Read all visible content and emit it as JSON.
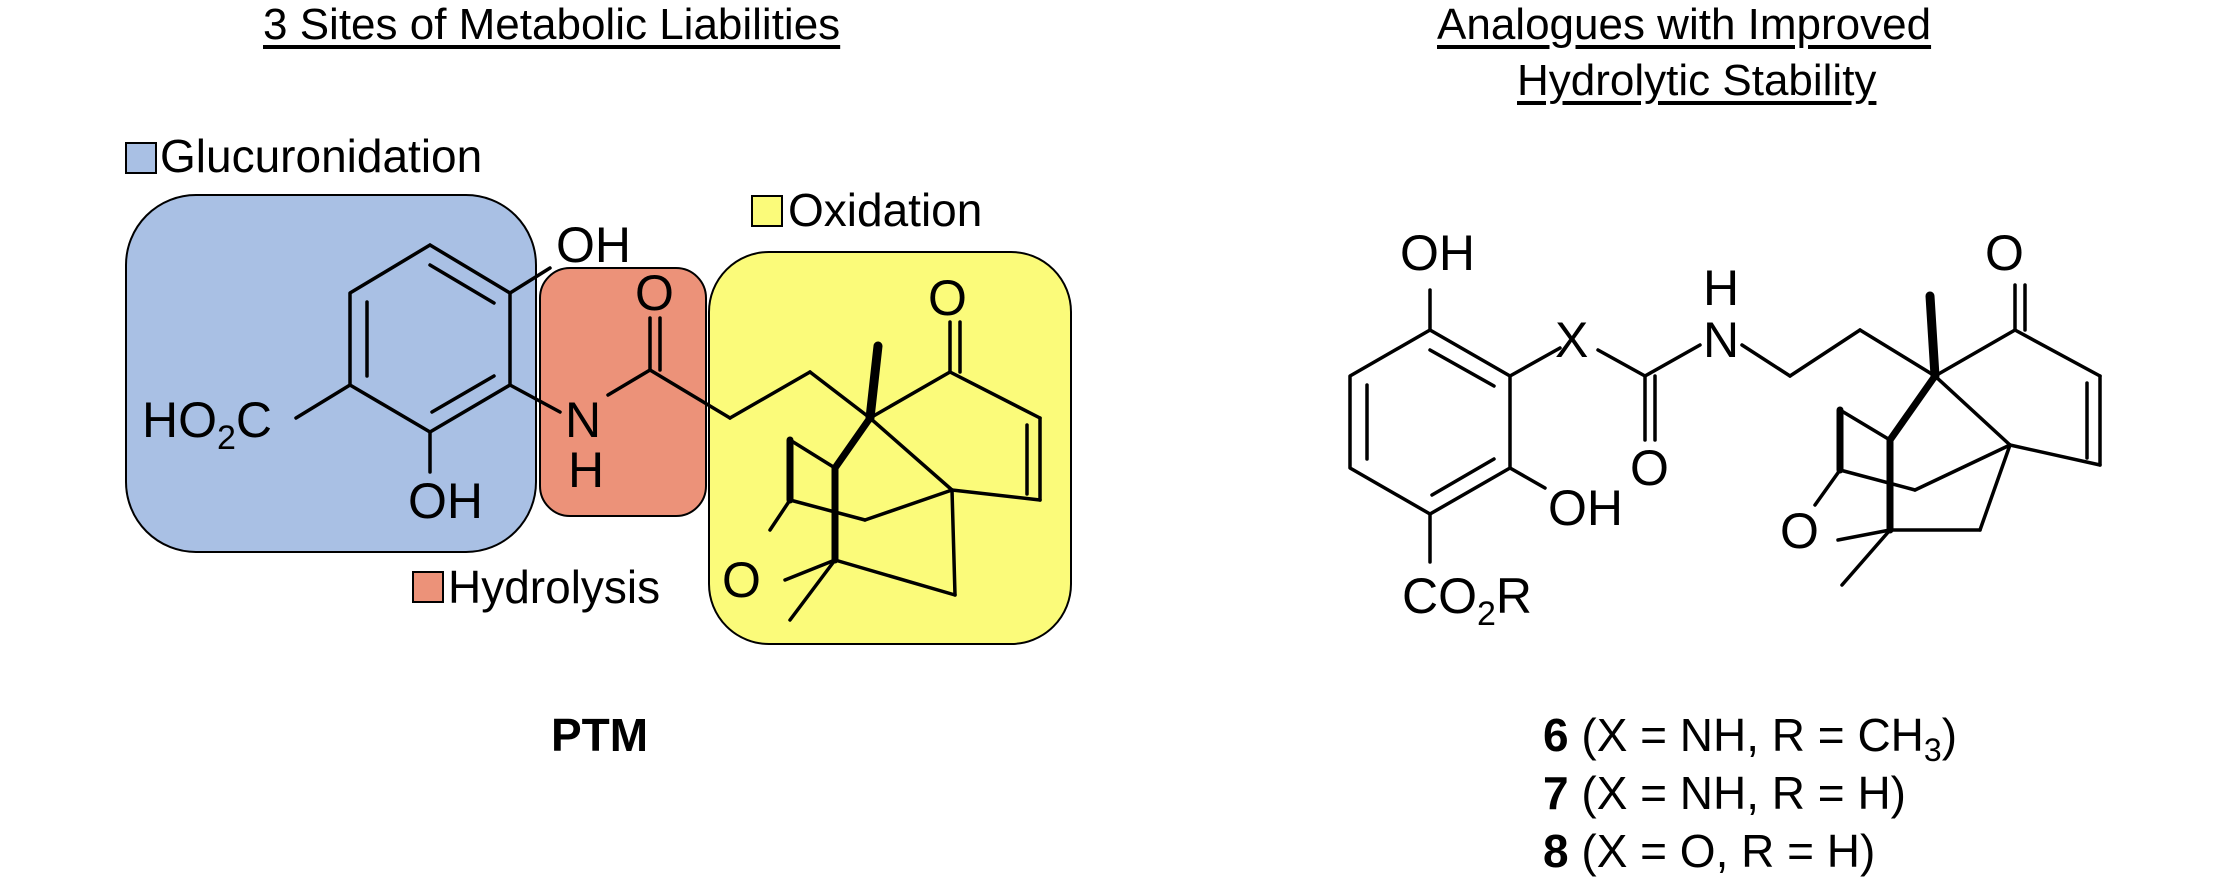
{
  "left_panel": {
    "heading": "3 Sites of Metabolic Liabilities",
    "legend": {
      "glucuronidation": "Glucuronidation",
      "hydrolysis": "Hydrolysis",
      "oxidation": "Oxidation"
    },
    "colors": {
      "glucuronidation": "#a9c0e4",
      "hydrolysis": "#ec9279",
      "oxidation": "#fbfb7a"
    },
    "atoms": {
      "oh_top": "OH",
      "oh_bottom": "OH",
      "acid_ho": "HO",
      "acid_sub": "2",
      "acid_c": "C",
      "amide_o": "O",
      "amide_n": "N",
      "amide_h": "H",
      "ketone_o": "O",
      "ether_o": "O"
    },
    "compound_name": "PTM"
  },
  "right_panel": {
    "heading_line1": "Analogues with Improved",
    "heading_line2": "Hydrolytic Stability",
    "atoms": {
      "oh_top": "OH",
      "x": "X",
      "nh_h": "H",
      "nh_n": "N",
      "carbonyl_o": "O",
      "oh_bottom": "OH",
      "ester_co": "CO",
      "ester_sub": "2",
      "ester_r": "R",
      "ketone_o": "O",
      "ether_o": "O"
    },
    "compounds": [
      {
        "number": "6",
        "pre": " (X = NH, R = CH",
        "sub": "3",
        "post": ")"
      },
      {
        "number": "7",
        "pre": " (X = NH, R = H)",
        "sub": "",
        "post": ""
      },
      {
        "number": "8",
        "pre": " (X = O, R = H)",
        "sub": "",
        "post": ""
      }
    ]
  }
}
